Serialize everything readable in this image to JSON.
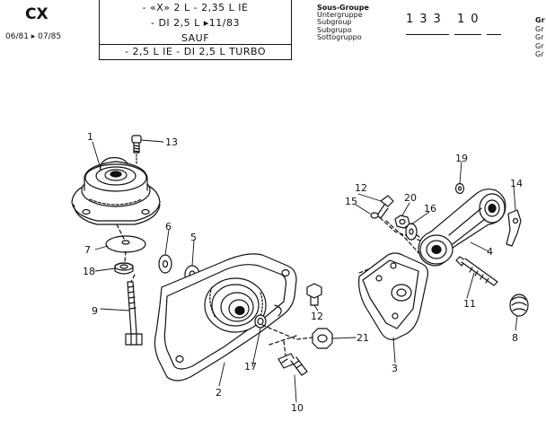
{
  "header": {
    "model": "CX",
    "dates": "06/81 ▸ 07/85"
  },
  "spec_box": {
    "line1": "- «X» 2 L - 2,35 L IE",
    "line2": "- DI 2,5 L ▸11/83",
    "line3": "SAUF",
    "line4": "- 2,5 L IE - DI 2,5 L TURBO"
  },
  "subgroup": {
    "labels": [
      "Sous-Groupe",
      "Untergruppe",
      "Subgroup",
      "Subgrupo",
      "Sottogruppo"
    ],
    "code": "133 10"
  },
  "group_labels": [
    "Gr",
    "Gr",
    "Gr",
    "Gr",
    "Gr"
  ],
  "callouts": {
    "c1": "1",
    "c2": "2",
    "c3": "3",
    "c4": "4",
    "c5": "5",
    "c6": "6",
    "c7": "7",
    "c8": "8",
    "c9": "9",
    "c10": "10",
    "c11": "11",
    "c12a": "12",
    "c12b": "12",
    "c13": "13",
    "c14": "14",
    "c15": "15",
    "c16": "16",
    "c17": "17",
    "c18": "18",
    "c19": "19",
    "c20": "20",
    "c21": "21"
  }
}
